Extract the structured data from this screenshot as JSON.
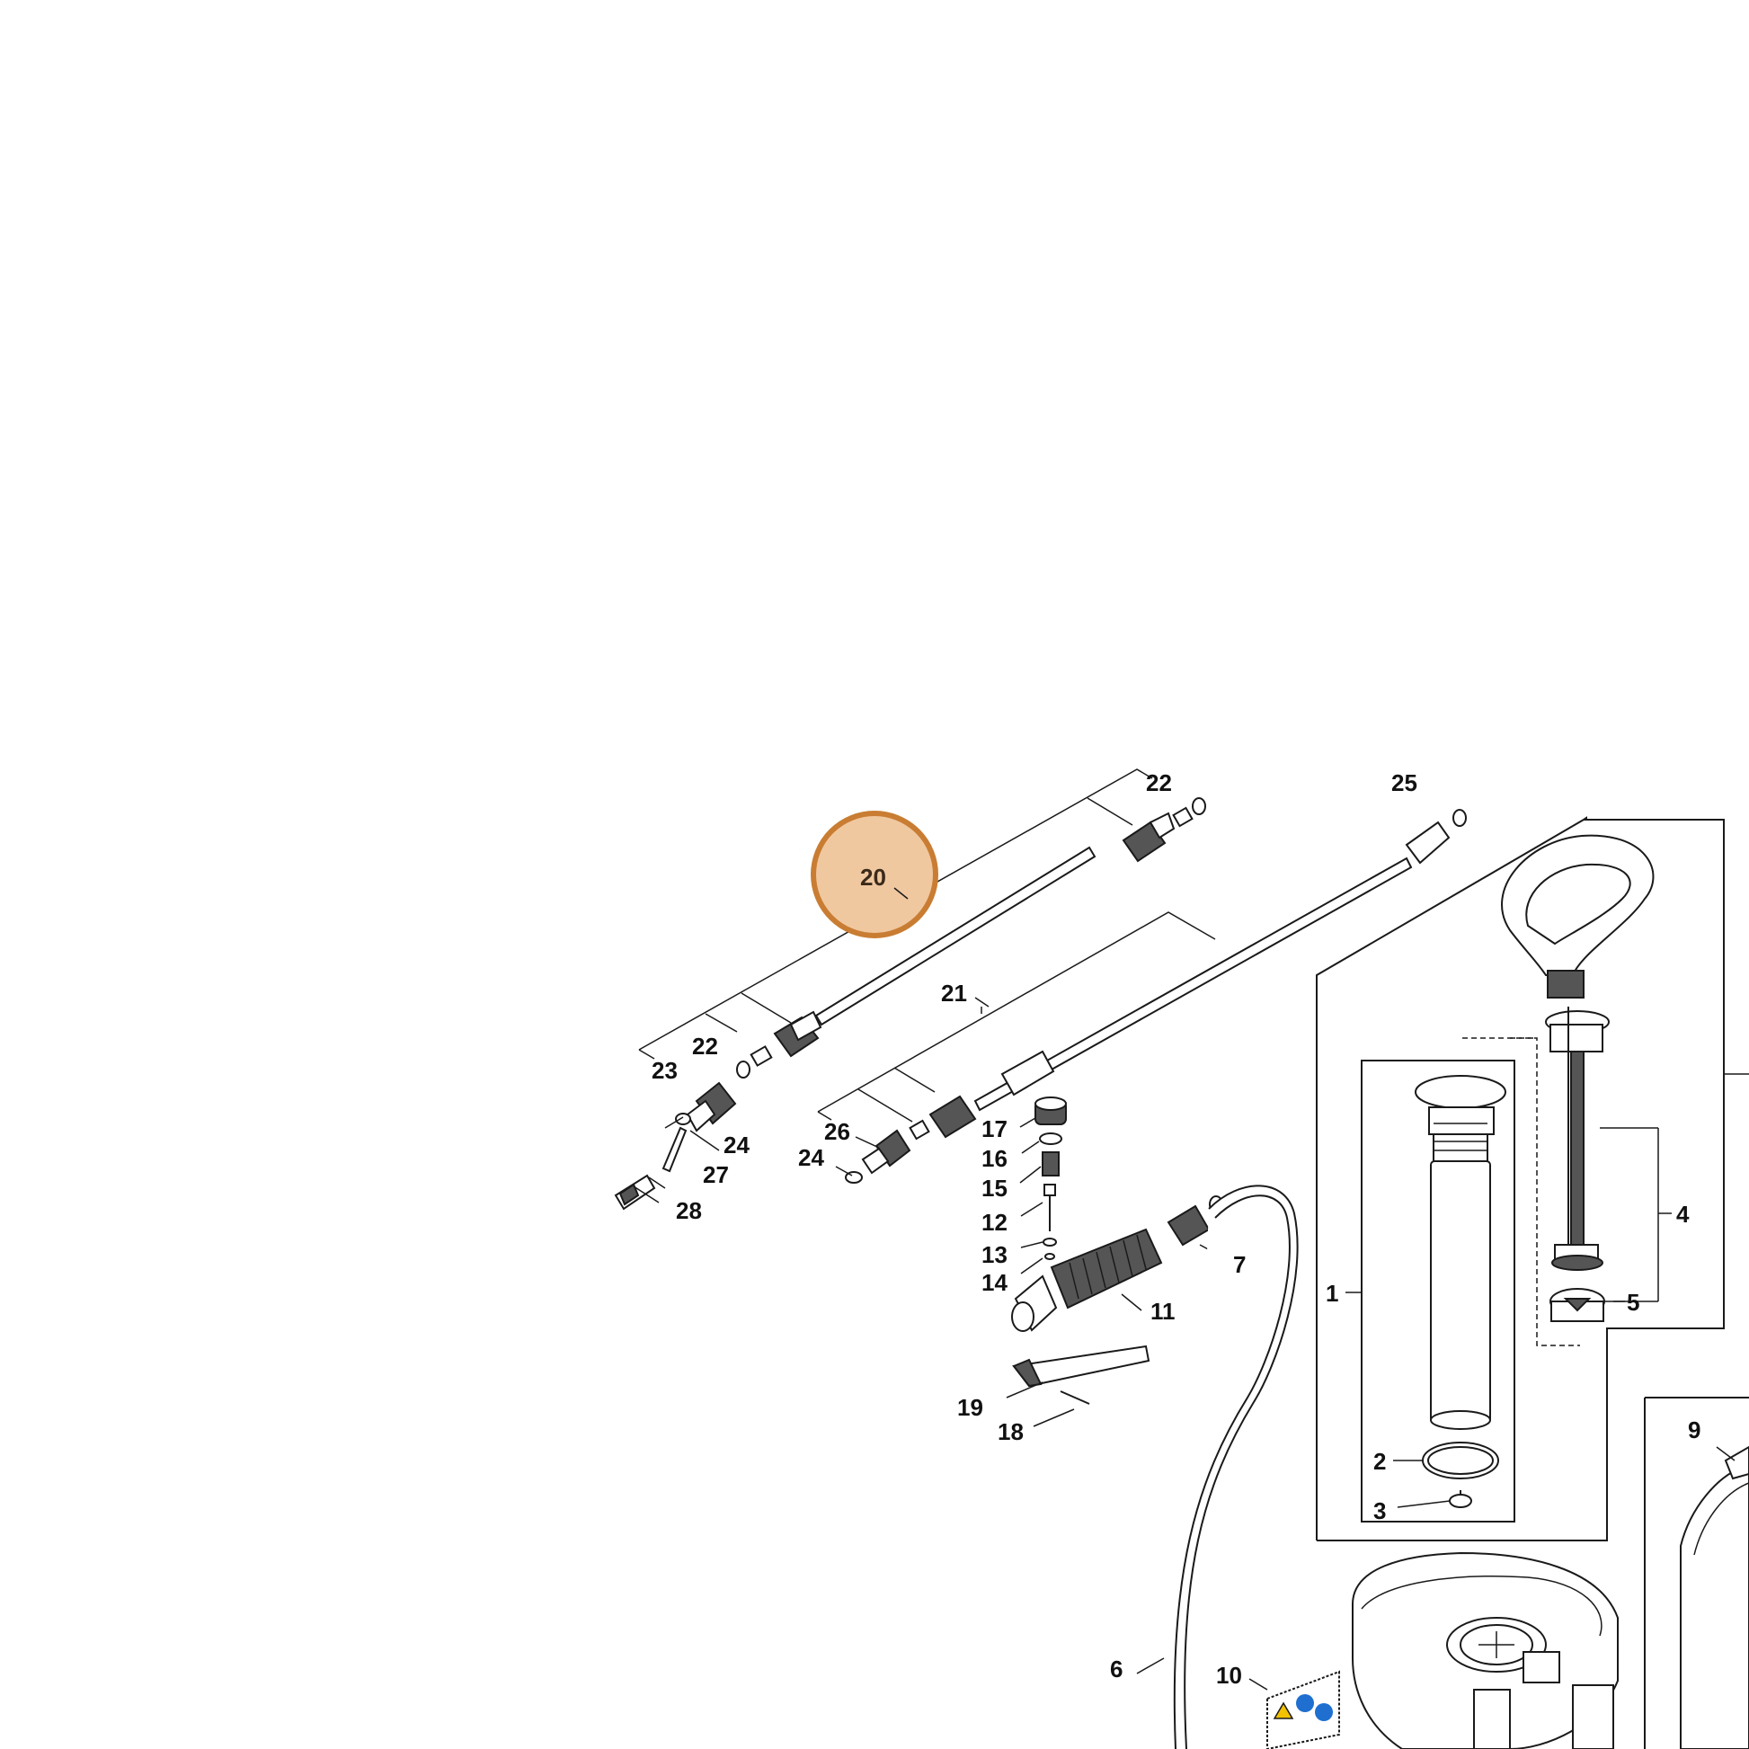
{
  "diagram": {
    "highlight": {
      "label": "20",
      "fill": "#f0c8a0",
      "stroke": "#c97d33"
    },
    "labels": {
      "p1": "1",
      "p2": "2",
      "p3": "3",
      "p4": "4",
      "p5": "5",
      "p6": "6",
      "p7": "7",
      "p9": "9",
      "p10": "10",
      "p11": "11",
      "p12": "12",
      "p13": "13",
      "p14": "14",
      "p15": "15",
      "p16": "16",
      "p17": "17",
      "p18": "18",
      "p19": "19",
      "p21": "21",
      "p22a": "22",
      "p22b": "22",
      "p23": "23",
      "p24a": "24",
      "p24b": "24",
      "p25": "25",
      "p26": "26",
      "p27": "27",
      "p28": "28"
    },
    "warning_colors": {
      "yellow": "#f2c200",
      "blue": "#1e6fd0"
    }
  }
}
